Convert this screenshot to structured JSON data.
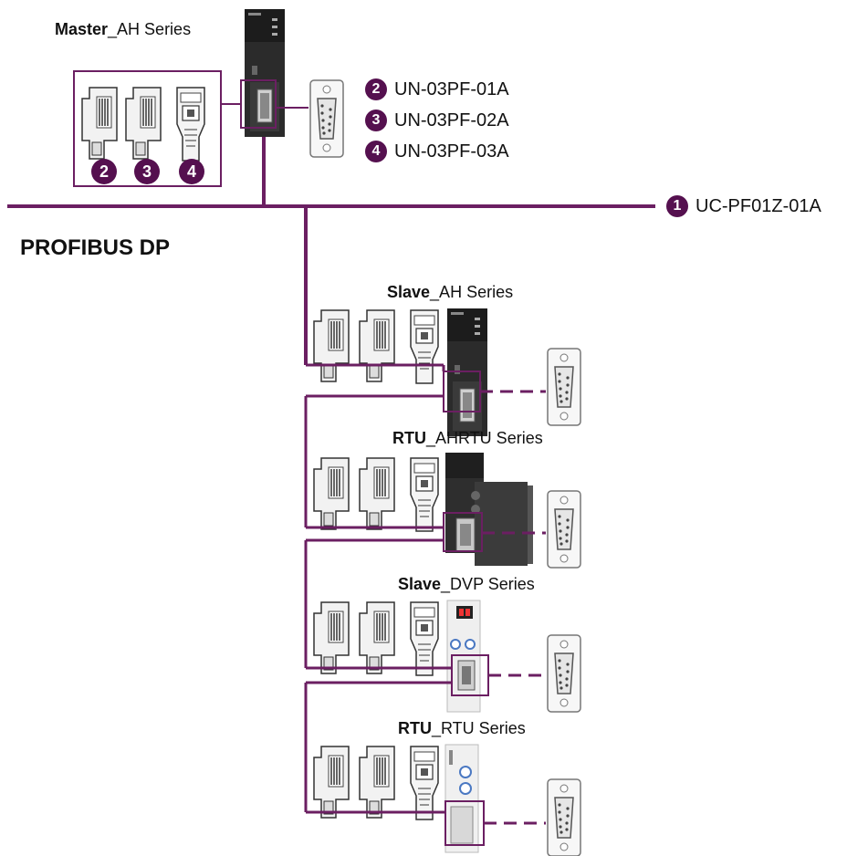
{
  "bus": {
    "name": "PROFIBUS DP",
    "color": "#6b1f62"
  },
  "master": {
    "bold": "Master",
    "rest": "_AH Series",
    "connector_badges": [
      "2",
      "3",
      "4"
    ]
  },
  "legend": [
    {
      "num": "2",
      "label": "UN-03PF-01A"
    },
    {
      "num": "3",
      "label": "UN-03PF-02A"
    },
    {
      "num": "4",
      "label": "UN-03PF-03A"
    }
  ],
  "cable": {
    "num": "1",
    "label": "UC-PF01Z-01A"
  },
  "stations": [
    {
      "bold": "Slave",
      "rest": "_AH Series",
      "type": "ah"
    },
    {
      "bold": "RTU",
      "rest": "_AHRTU Series",
      "type": "ahrtu"
    },
    {
      "bold": "Slave",
      "rest": "_DVP Series",
      "type": "dvp"
    },
    {
      "bold": "RTU",
      "rest": "_RTU Series",
      "type": "rtu"
    }
  ],
  "icons": {
    "connector": "profibus-connector-icon",
    "db9": "db9-port-icon",
    "module": "plc-module-icon"
  }
}
